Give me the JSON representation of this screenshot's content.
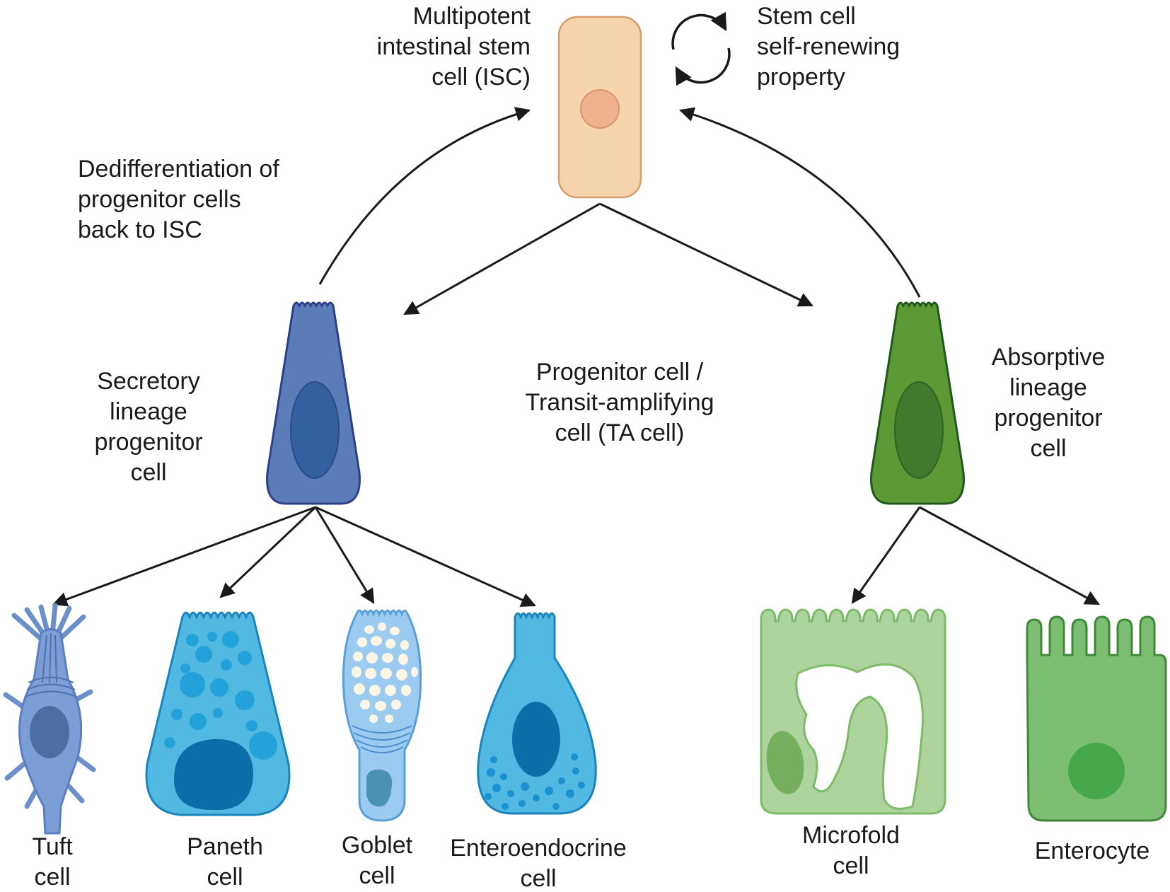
{
  "labels": {
    "isc": "Multipotent\nintestinal stem\ncell (ISC)",
    "self_renewal": "Stem cell\nself-renewing\nproperty",
    "dedifferentiation": "Dedifferentiation of\nprogenitor cells\nback to ISC",
    "ta_cell": "Progenitor cell /\nTransit-amplifying\ncell (TA cell)",
    "secretory": "Secretory\nlineage\nprogenitor\ncell",
    "absorptive": "Absorptive\nlineage\nprogenitor\ncell",
    "tuft": "Tuft\ncell",
    "paneth": "Paneth\ncell",
    "goblet": "Goblet\ncell",
    "enteroendocrine": "Enteroendocrine\ncell",
    "microfold": "Microfold\ncell",
    "enterocyte": "Enterocyte"
  },
  "colors": {
    "stem_cell": "#f6d5ac",
    "stem_nucleus": "#efb28c",
    "secretory_progenitor": "#5a7dba",
    "absorptive_progenitor": "#5b9a34",
    "secretory_cells": "#52b9e2",
    "microfold": "#acd49c",
    "enterocyte": "#7cbf72",
    "arrow": "#1a1a1a"
  }
}
